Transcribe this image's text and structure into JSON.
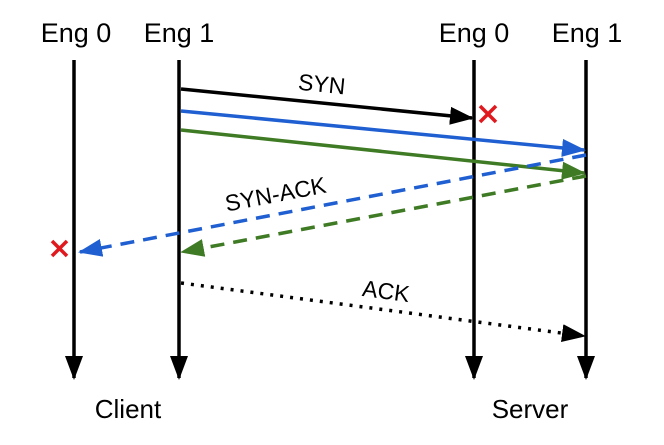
{
  "headers": {
    "client_eng0": "Eng 0",
    "client_eng1": "Eng 1",
    "server_eng0": "Eng 0",
    "server_eng1": "Eng 1"
  },
  "footers": {
    "client": "Client",
    "server": "Server"
  },
  "messages": {
    "syn": "SYN",
    "syn_ack": "SYN-ACK",
    "ack": "ACK"
  },
  "colors": {
    "timeline": "#000000",
    "syn_to_eng0": "#000000",
    "syn_blue": "#1f5fd1",
    "syn_green": "#3f7b24",
    "ack": "#000000",
    "drop_marker": "#e0191f"
  }
}
